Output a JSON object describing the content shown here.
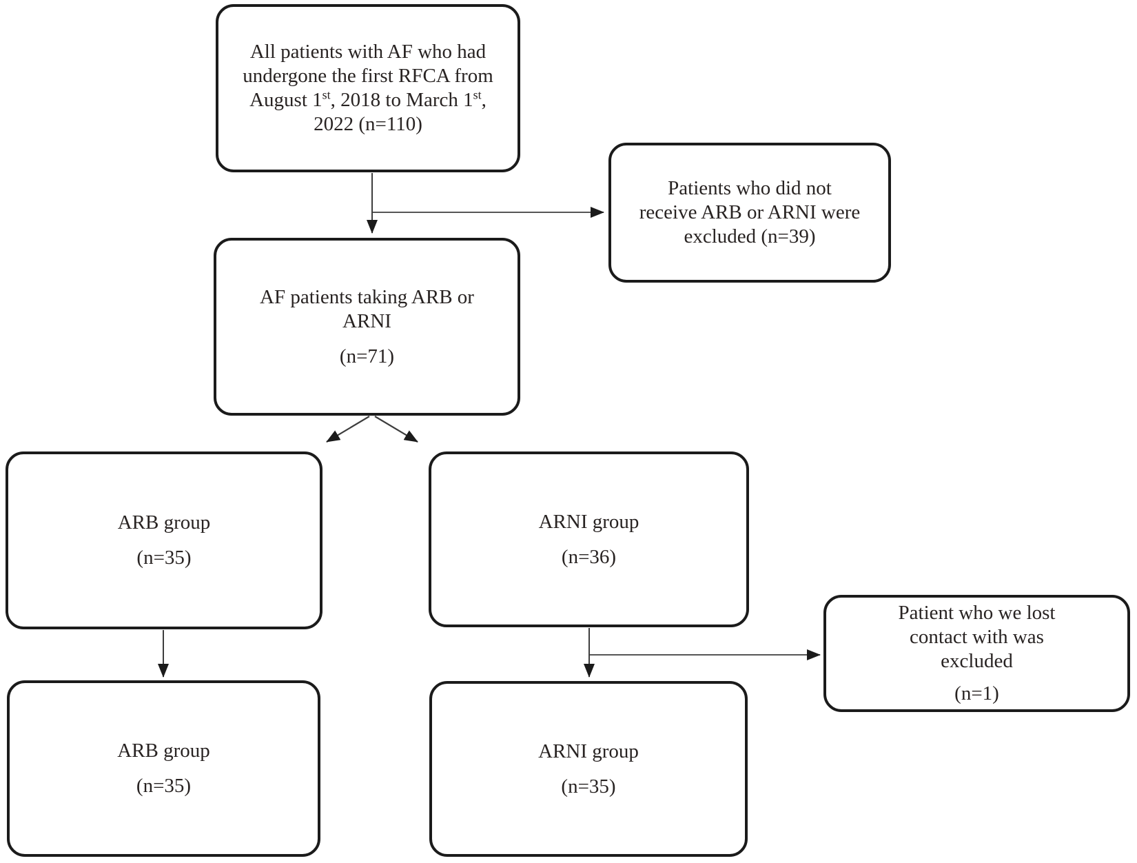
{
  "colors": {
    "background": "#ffffff",
    "box_border": "#1b1b1b",
    "text": "#282322",
    "connector_line": "#3d3d3d",
    "arrowhead": "#1b1b1b"
  },
  "boxes": {
    "all_patients": {
      "line1": "All patients with AF who had",
      "line2": "undergone the first RFCA from",
      "line3a": "August 1",
      "line3sup1": "st",
      "line3b": ", 2018 to March 1",
      "line3sup2": "st",
      "line3c": ",",
      "line4": "2022 (n=110)"
    },
    "excluded_no_arb": {
      "lines": [
        "Patients who did not",
        "receive ARB or ARNI were",
        "excluded (n=39)"
      ]
    },
    "taking_arb_arni": {
      "lines": [
        "AF patients taking ARB or",
        "ARNI"
      ],
      "n": "(n=71)"
    },
    "arb_group": {
      "title": "ARB group",
      "n": "(n=35)"
    },
    "arni_group": {
      "title": "ARNI group",
      "n": "(n=36)"
    },
    "lost_contact": {
      "lines": [
        "Patient who we lost",
        "contact with was",
        "excluded"
      ],
      "n": "(n=1)"
    },
    "arb_group_final": {
      "title": "ARB group",
      "n": "(n=35)"
    },
    "arni_group_final": {
      "title": "ARNI group",
      "n": "(n=35)"
    }
  }
}
